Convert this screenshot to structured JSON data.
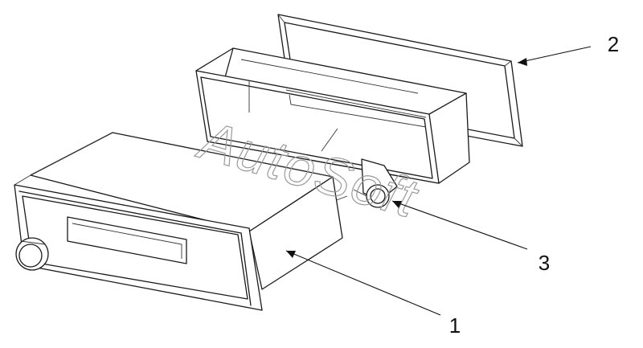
{
  "diagram": {
    "callouts": [
      {
        "id": "1",
        "label": "1"
      },
      {
        "id": "2",
        "label": "2"
      },
      {
        "id": "3",
        "label": "3"
      }
    ],
    "watermark": "AutoSoft"
  }
}
